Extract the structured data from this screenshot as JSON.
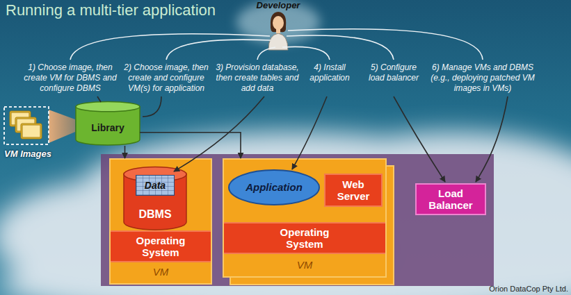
{
  "diagram": {
    "title": "Running a multi-tier application",
    "nodes": [
      {
        "text": [
          "Developer"
        ]
      },
      {
        "text": [
          "VM Images"
        ]
      },
      {
        "text": [
          "Library"
        ]
      },
      {
        "text": [
          "VM"
        ]
      },
      {
        "text": [
          "DBMS"
        ],
        "in": 3
      },
      {
        "text": [
          "Data"
        ],
        "in": 4
      },
      {
        "text": [
          "Operating System"
        ],
        "in": 3
      },
      {
        "text": [
          "VM"
        ]
      },
      {
        "text": [
          "Application"
        ],
        "in": 7
      },
      {
        "text": [
          "Web Server"
        ],
        "in": 7
      },
      {
        "text": [
          "Operating System"
        ],
        "in": 7
      },
      {
        "text": [
          "Load Balancer"
        ]
      }
    ],
    "edges": [
      {
        "from": 2,
        "to": 3,
        "arrow": "to"
      },
      {
        "from": 2,
        "to": 7,
        "arrow": "to"
      }
    ],
    "labels": [
      "1) Choose image, then create VM for DBMS and configure DBMS",
      "2) Choose image, then create and configure VM(s) for application",
      "3) Provision database, then create tables and add data",
      "4) Install application",
      "5) Configure load balancer",
      "6) Manage VMs and DBMS (e.g., deploying patched VM images in VMs)",
      "Orion DataCop Pty Ltd."
    ]
  }
}
